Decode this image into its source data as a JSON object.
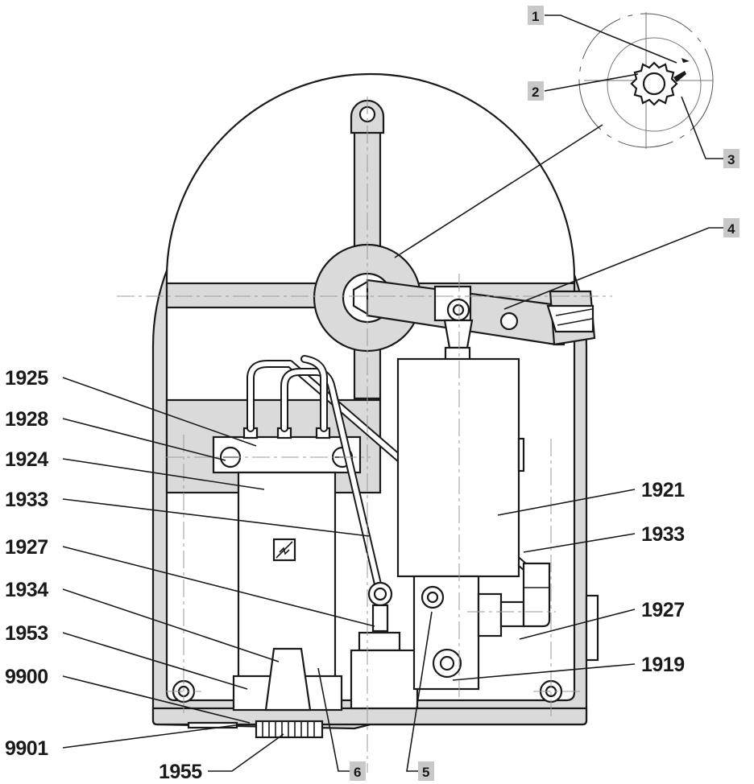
{
  "callouts": {
    "p1925": "1925",
    "p1928": "1928",
    "p1924": "1924",
    "p1933_left": "1933",
    "p1927_left": "1927",
    "p1934": "1934",
    "p1953": "1953",
    "p9900": "9900",
    "p9901": "9901",
    "p1955": "1955",
    "p1921": "1921",
    "p1933_right": "1933",
    "p1927_right": "1927",
    "p1919": "1919",
    "n1": "1",
    "n2": "2",
    "n3": "3",
    "n4": "4",
    "n5": "5",
    "n6": "6"
  },
  "colors": {
    "line": "#1a1a1a",
    "housing_fill": "#dadada",
    "tag_fill": "#c8c8c8",
    "center_line": "#9a9a9a"
  }
}
